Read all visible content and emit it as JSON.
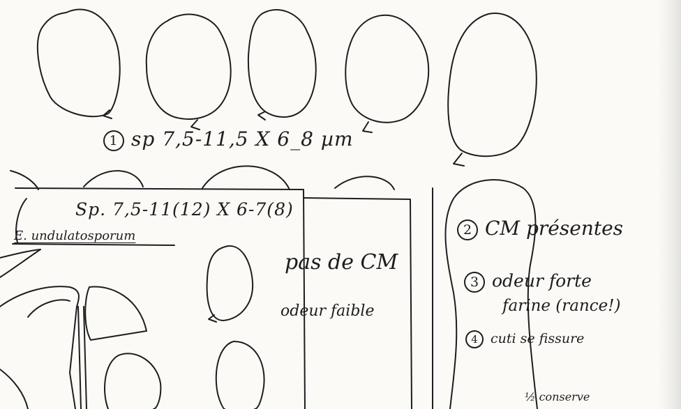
{
  "notes": {
    "spores_1": {
      "marker": "1",
      "text": "sp 7,5-11,5 X 6_8 µm"
    },
    "spores_2": {
      "text": "Sp. 7,5-11(12) X 6-7(8)"
    },
    "species": "E. undulatosporum",
    "cm_absent": "pas de CM",
    "odour_weak": "odeur faible",
    "observations": [
      {
        "marker": "2",
        "text": "CM présentes"
      },
      {
        "marker": "3",
        "text": "odeur forte"
      },
      {
        "marker": "",
        "text": "farine (rance!)"
      },
      {
        "marker": "4",
        "text": "cuti se fissure"
      },
      {
        "marker": "",
        "text": "½ conserve"
      }
    ]
  },
  "colors": {
    "paper": "#fbfaf6",
    "ink": "#1d1d1f"
  }
}
